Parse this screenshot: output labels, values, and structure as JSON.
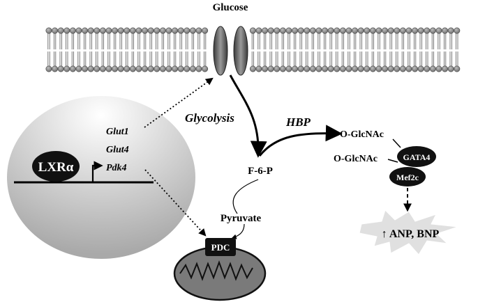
{
  "labels": {
    "glucose": "Glucose",
    "glycolysis": "Glycolysis",
    "hbp": "HBP",
    "f6p": "F-6-P",
    "pyruvate": "Pyruvate",
    "pdc": "PDC",
    "ogn1": "O-GlcNAc",
    "ogn2": "O-GlcNAc",
    "gata4": "GATA4",
    "mef2c": "Mef2c",
    "anp_bnp": "↑ ANP, BNP",
    "lxr": "LXRα"
  },
  "genes": [
    "Glut1",
    "Glut4",
    "Pdk4"
  ],
  "colors": {
    "membrane_head": "#8c8c8c",
    "transporter": "#6e6e6e",
    "nucleus_light": "#ffffff",
    "nucleus_dark": "#a9a9a9",
    "mito_fill": "#7a7a7a",
    "dark_node": "#111111"
  }
}
